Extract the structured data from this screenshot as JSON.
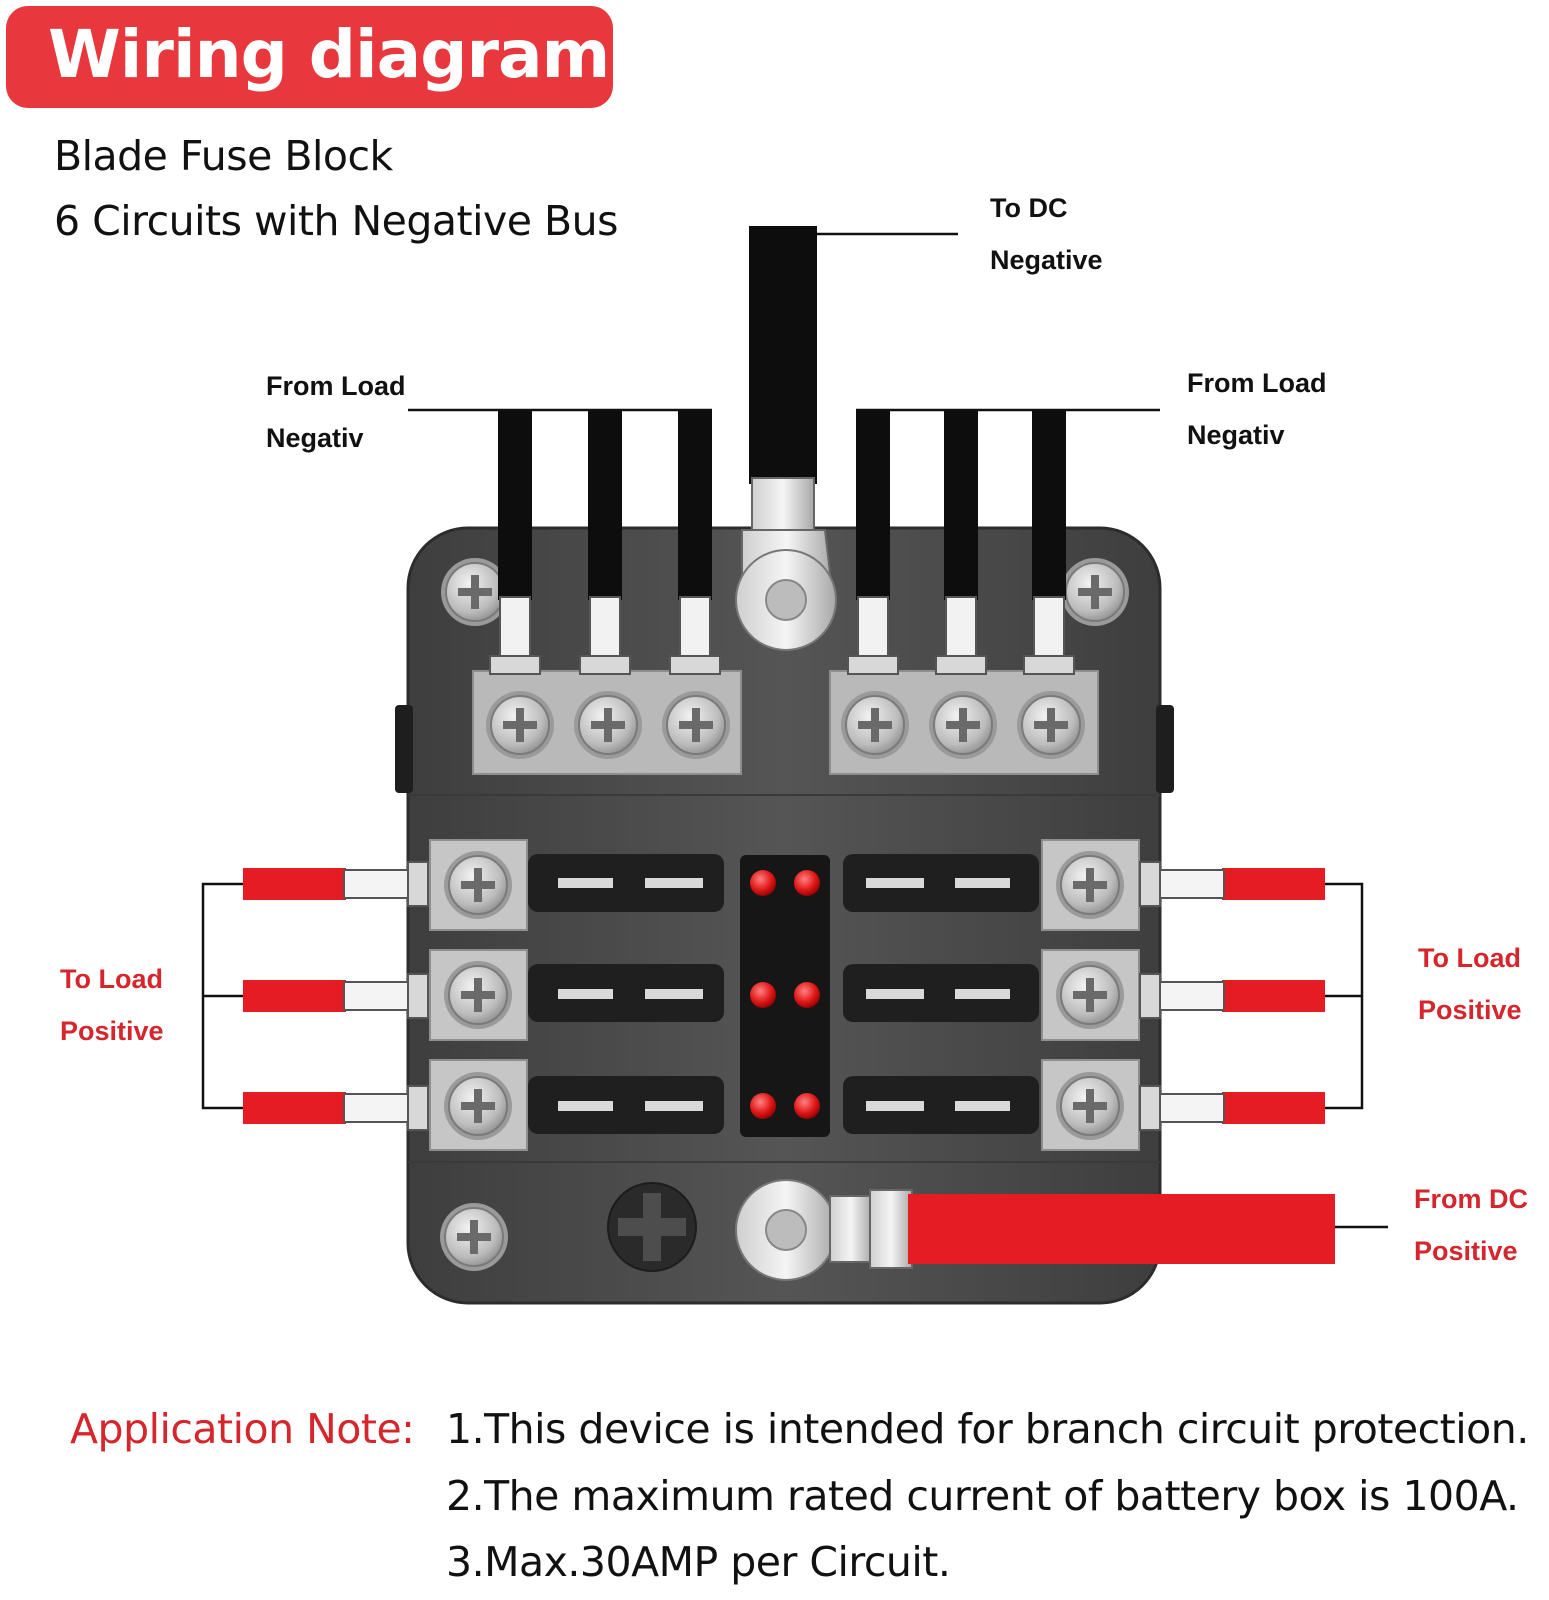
{
  "banner": {
    "title": "Wiring diagram"
  },
  "subtitle": {
    "line1": "Blade Fuse Block",
    "line2": "6 Circuits with Negative Bus"
  },
  "labels": {
    "to_dc_negative": [
      "To DC",
      "Negative"
    ],
    "from_load_negative_left": [
      "From Load",
      "Negativ"
    ],
    "from_load_negative_right": [
      "From Load",
      "Negativ"
    ],
    "to_load_positive_left": [
      "To Load",
      "Positive"
    ],
    "to_load_positive_right": [
      "To Load",
      "Positive"
    ],
    "from_dc_positive": [
      "From DC",
      "Positive"
    ]
  },
  "application_note": {
    "label": "Application Note:",
    "items": [
      "1.This device is intended for branch circuit protection.",
      "2.The maximum rated current of battery box is 100A.",
      "3.Max.30AMP per Circuit."
    ]
  },
  "colors": {
    "banner_red": "#e8383d",
    "label_red": "#d4262c",
    "wire_red": "#e51c23",
    "wire_black": "#0d0d0d",
    "housing": "#4a4a4a",
    "led_red": "#e01818"
  },
  "icons": [
    "phillips-screw-icon",
    "ring-terminal-icon",
    "blade-fuse-icon",
    "led-indicator-icon"
  ]
}
